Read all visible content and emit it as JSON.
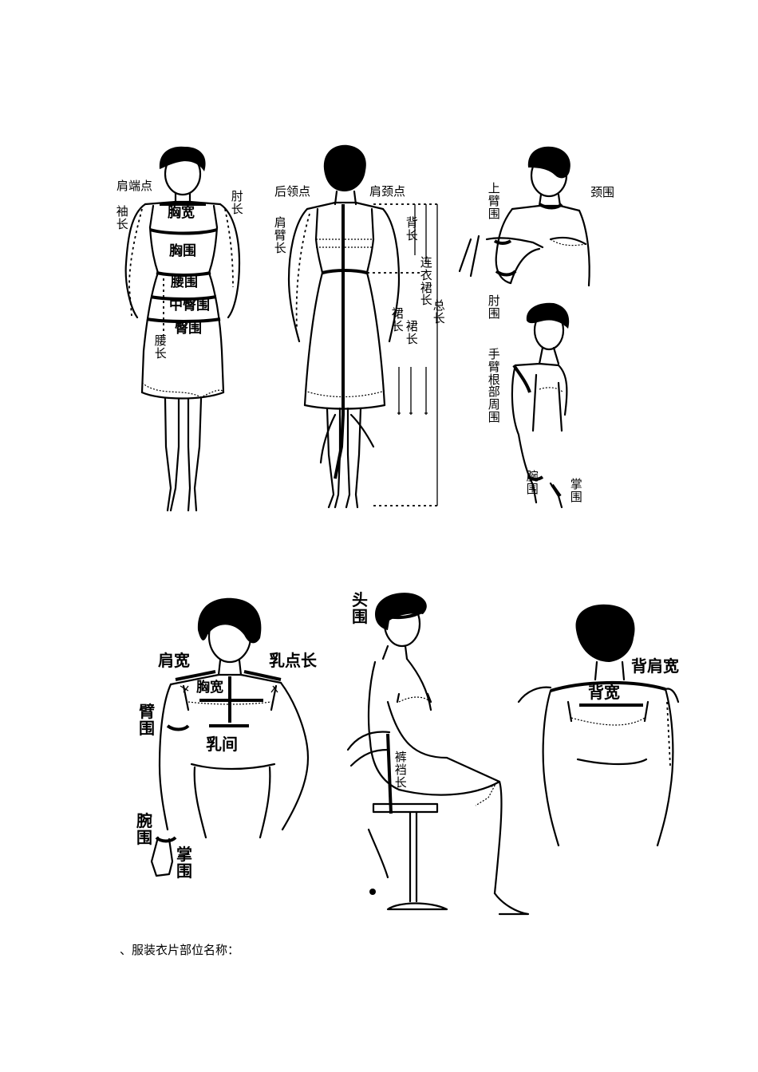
{
  "figure_top": {
    "front": {
      "shoulder_point": "肩端点",
      "sleeve_length": "袖长",
      "elbow_length": "肘长",
      "chest_width": "胸宽",
      "bust": "胸围",
      "waist": "腰围",
      "mid_hip": "中臀围",
      "hip": "臀围",
      "waist_length": "腰长"
    },
    "back": {
      "back_neck_point": "后领点",
      "shoulder_neck_point": "肩颈点",
      "shoulder_arm_length": "肩臂长",
      "back_length": "背长",
      "dress_length": "连衣裙长",
      "total_length": "总长",
      "skirt_length_1": "裙长",
      "skirt_length_2": "裙长"
    },
    "side": {
      "upper_arm": "上臂围",
      "neck": "颈围",
      "elbow": "肘围",
      "armhole": "手臂根部周围",
      "wrist": "腕围",
      "palm": "掌围"
    }
  },
  "figure_bottom": {
    "front": {
      "shoulder_width": "肩宽",
      "bust_point_length": "乳点长",
      "chest_width": "胸宽",
      "arm": "臂围",
      "bust_distance": "乳间",
      "wrist": "腕围",
      "palm": "掌围"
    },
    "seated": {
      "head": "头围",
      "crotch_length": "裤裆长"
    },
    "back": {
      "back_shoulder_width": "背肩宽",
      "back_width": "背宽"
    }
  },
  "caption": "、服装衣片部位名称："
}
